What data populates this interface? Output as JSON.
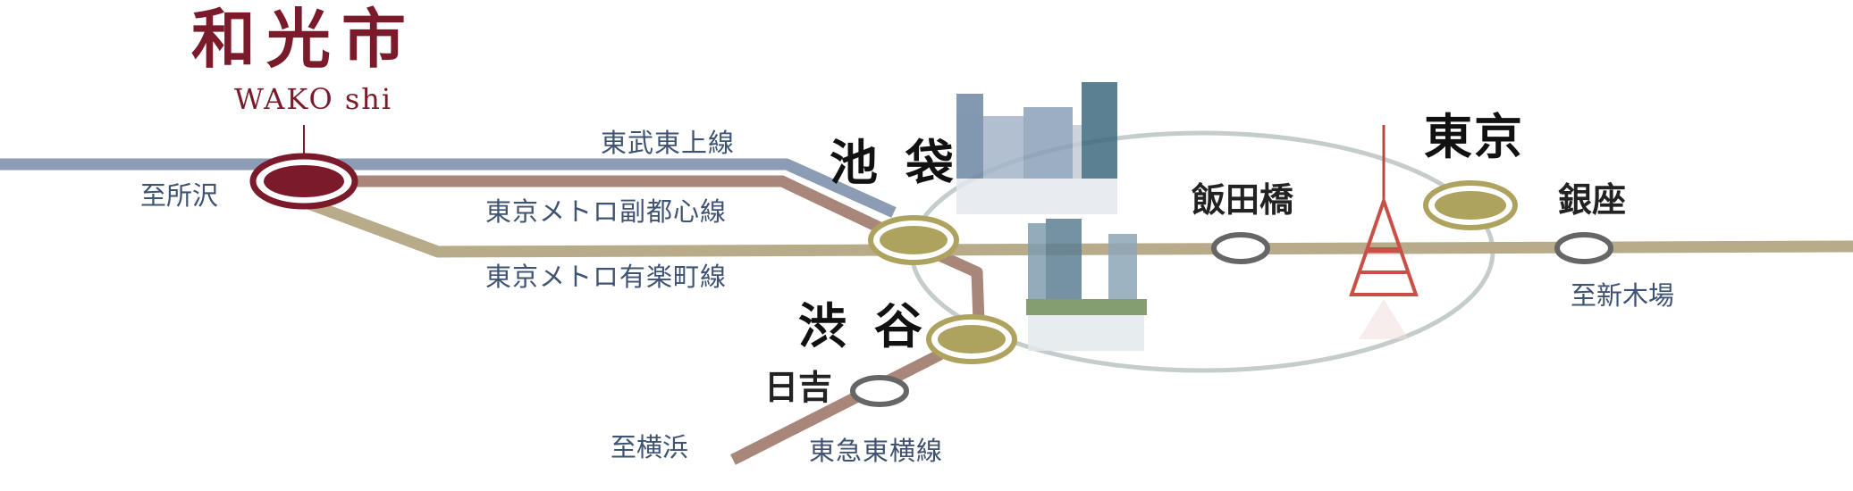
{
  "colors": {
    "tobu_line": "#8c9cb4",
    "fukutoshin_line": "#a8877a",
    "yurakucho_line": "#b8ab8a",
    "toyoko_line": "#a8877a",
    "loop": "#c4cccc",
    "wako_station": "#7a1a2a",
    "major_station": "#ada25e",
    "minor_station": "#666666",
    "title": "#7a1a2a",
    "label_text": "#3e5272"
  },
  "icons": [
    "building-cluster-icon",
    "tower-icon"
  ],
  "origin": {
    "title": "和光市",
    "subtitle": "WAKO shi"
  },
  "lines": {
    "tobu": "東武東上線",
    "fukutoshin": "東京メトロ副都心線",
    "yurakucho": "東京メトロ有楽町線",
    "toyoko": "東急東横線"
  },
  "stations": {
    "ikebukuro": "池 袋",
    "shibuya": "渋 谷",
    "iidabashi": "飯田橋",
    "tokyo": "東京",
    "ginza": "銀座",
    "hiyoshi": "日吉"
  },
  "destinations": {
    "tokorozawa": "至所沢",
    "shinkiba": "至新木場",
    "yokohama": "至横浜"
  }
}
